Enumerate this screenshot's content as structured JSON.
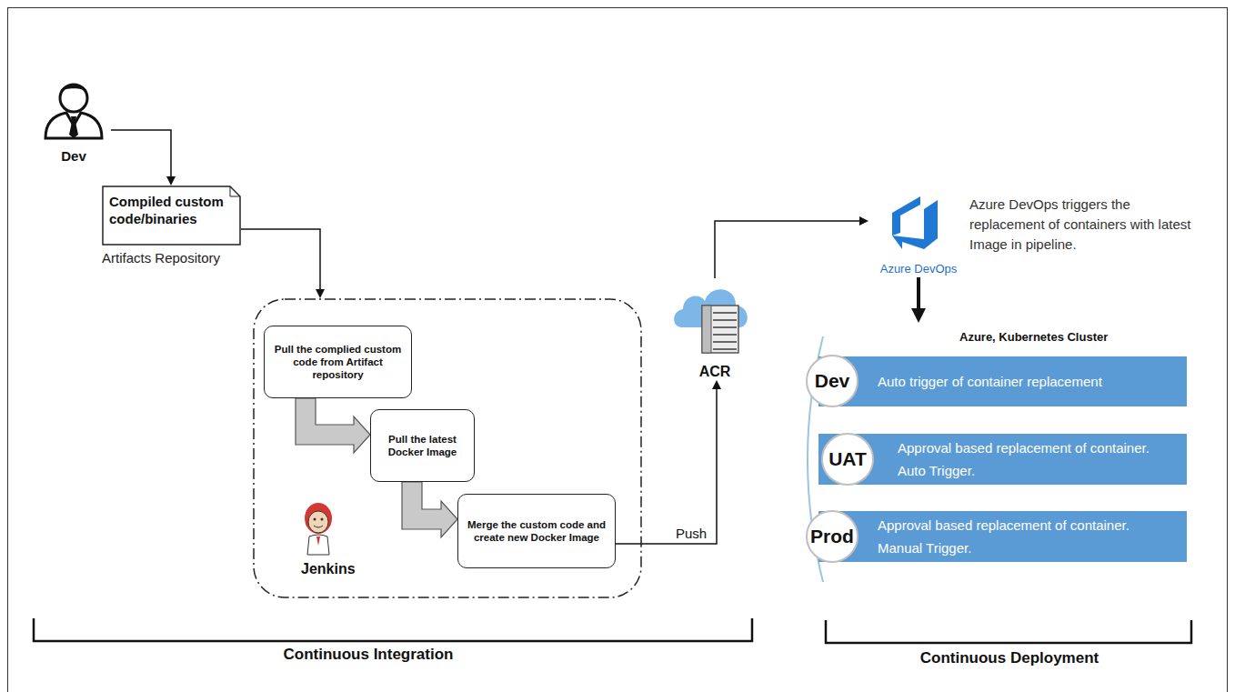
{
  "diagram": {
    "nodes": [
      {
        "text": [
          "Dev"
        ]
      },
      {
        "text": [
          "Compiled custom code/binaries",
          "Artifacts Repository"
        ]
      },
      {
        "text": [
          "Jenkins"
        ]
      },
      {
        "text": [
          "Pull the complied custom code from Artifact repository"
        ],
        "in": 2
      },
      {
        "text": [
          "Pull the latest Docker Image"
        ],
        "in": 2
      },
      {
        "text": [
          "Merge the custom code and create new Docker Image"
        ],
        "in": 2
      },
      {
        "text": [
          "ACR"
        ]
      },
      {
        "text": [
          "Azure DevOps"
        ]
      },
      {
        "text": [
          "Azure, Kubernetes Cluster"
        ]
      },
      {
        "text": [
          "Dev"
        ],
        "in": 8
      },
      {
        "text": [
          "Auto trigger of container replacement"
        ],
        "in": 8
      },
      {
        "text": [
          "UAT"
        ],
        "in": 8
      },
      {
        "text": [
          "Approval based replacement of container.",
          "Auto Trigger."
        ],
        "in": 8
      },
      {
        "text": [
          "Prod"
        ],
        "in": 8
      },
      {
        "text": [
          "Approval based replacement of container.",
          "Manual Trigger."
        ],
        "in": 8
      }
    ],
    "edges": [
      {
        "from": 0,
        "to": 1,
        "arrow": "to"
      },
      {
        "from": 1,
        "to": 2,
        "arrow": "to"
      },
      {
        "from": 3,
        "to": 4,
        "arrow": "to"
      },
      {
        "from": 4,
        "to": 5,
        "arrow": "to"
      },
      {
        "from": 5,
        "to": 6,
        "label": "Push",
        "arrow": "to"
      },
      {
        "from": 6,
        "to": 7,
        "arrow": "to"
      },
      {
        "from": 7,
        "to": 8,
        "arrow": "to"
      }
    ],
    "labels": [
      "Azure DevOps triggers the replacement of containers with latest Image in pipeline.",
      "Continuous Integration",
      "Continuous Deployment"
    ]
  }
}
